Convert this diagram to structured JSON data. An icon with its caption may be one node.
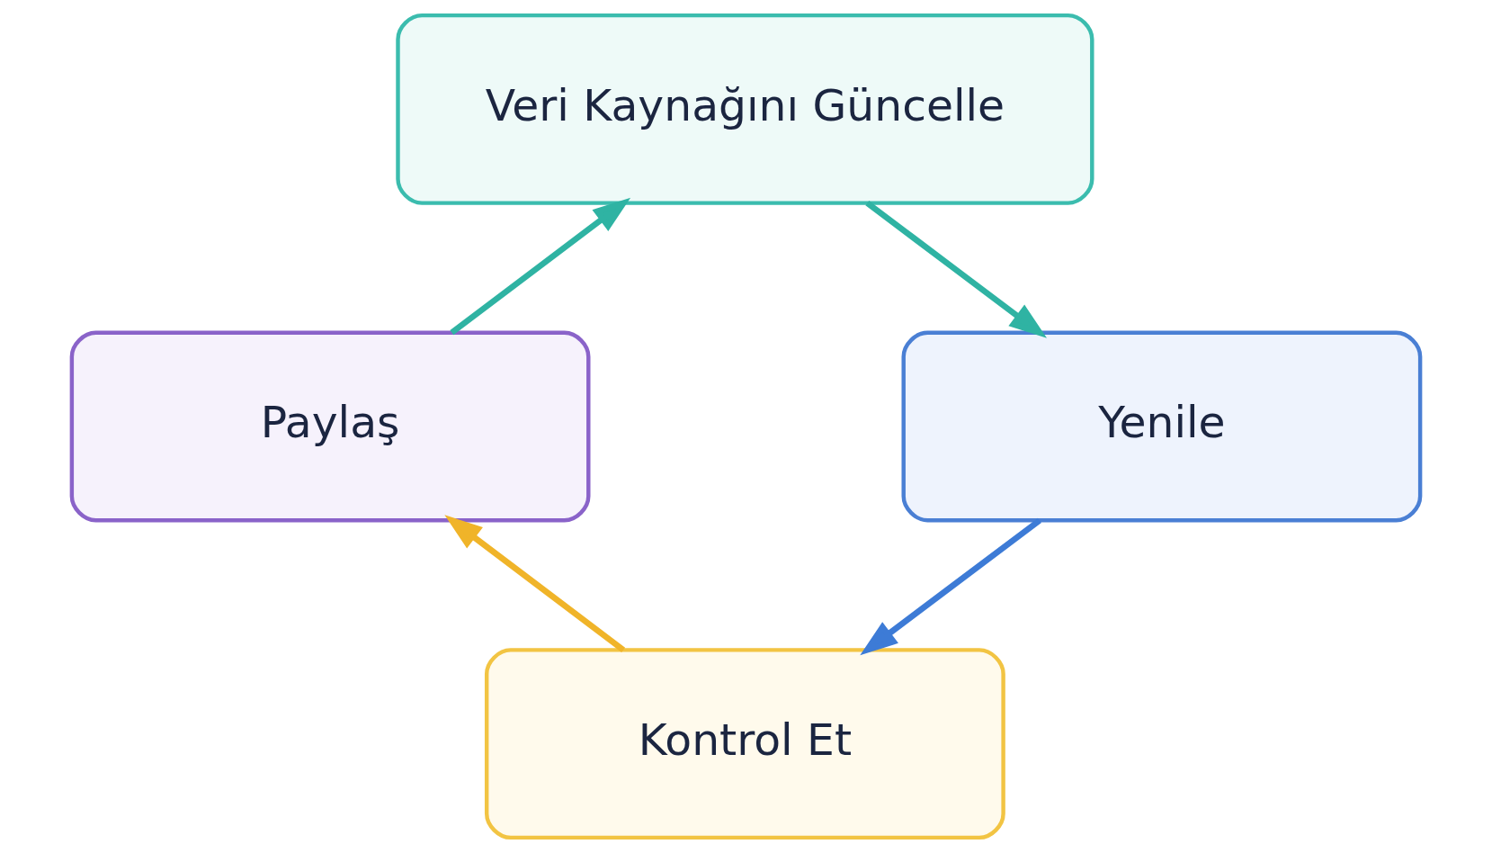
{
  "diagram": {
    "nodes": [
      {
        "text": [
          "Veri Kaynağını Güncelle"
        ]
      },
      {
        "text": [
          "Yenile"
        ]
      },
      {
        "text": [
          "Kontrol Et"
        ]
      },
      {
        "text": [
          "Paylaş"
        ]
      }
    ],
    "edges": [
      {
        "from": 0,
        "to": 1,
        "arrow": "to"
      },
      {
        "from": 1,
        "to": 2,
        "arrow": "to",
        "color": "#3d7bd6"
      },
      {
        "from": 2,
        "to": 3,
        "arrow": "to",
        "color": "#f0b429"
      },
      {
        "from": 3,
        "to": 0,
        "arrow": "to"
      }
    ]
  }
}
